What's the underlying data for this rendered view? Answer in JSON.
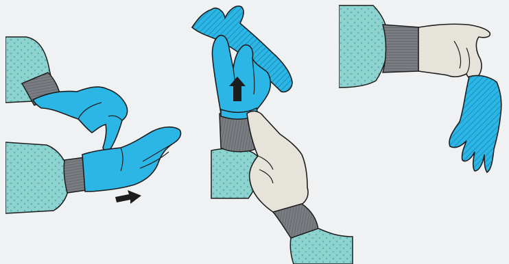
{
  "illustration": {
    "steps": [
      {
        "name": "step-1",
        "action": "pinch-and-pull-glove-off-other-hand",
        "arrow": "right-arrow-icon"
      },
      {
        "name": "step-2",
        "action": "slide-bare-finger-under-cuff-and-peel-up",
        "arrow": "up-arrow-icon"
      },
      {
        "name": "step-3",
        "action": "hold-inside-out-glove-at-edge",
        "arrow": ""
      }
    ],
    "colors": {
      "background": "#f0f1f2",
      "sleeve": "#8fd3d0",
      "sleeve_dots": "#5fb5b4",
      "cuff": "#7a7e82",
      "glove_blue": "#2bb6e6",
      "glove_blue_dark": "#1a8fbf",
      "bare_hand": "#e6e3db",
      "outline": "#1d1d1d",
      "arrow": "#1d1d1d"
    }
  }
}
